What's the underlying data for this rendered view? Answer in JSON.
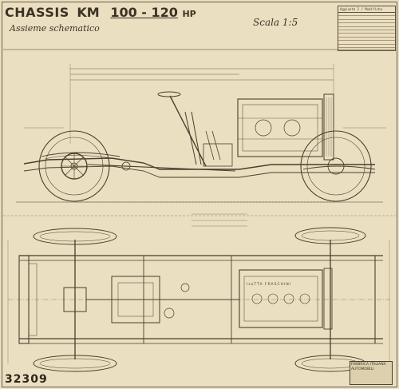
{
  "title": {
    "word1": "CHASSIS",
    "model": "KM",
    "power": "100 - 120",
    "unit": "HP"
  },
  "subtitle": "Assieme schematico",
  "scale": "Scala 1:5",
  "sheet_number": "32309",
  "stamp_text": "FABBRICA ITALIANA AUTOMOBILI",
  "revision_header": "Aggiunta 2 / Modifiche",
  "engine_label": "IsoTTA FRASCHINI",
  "colors": {
    "paper": "#eadfc0",
    "ink": "#3c3326"
  }
}
